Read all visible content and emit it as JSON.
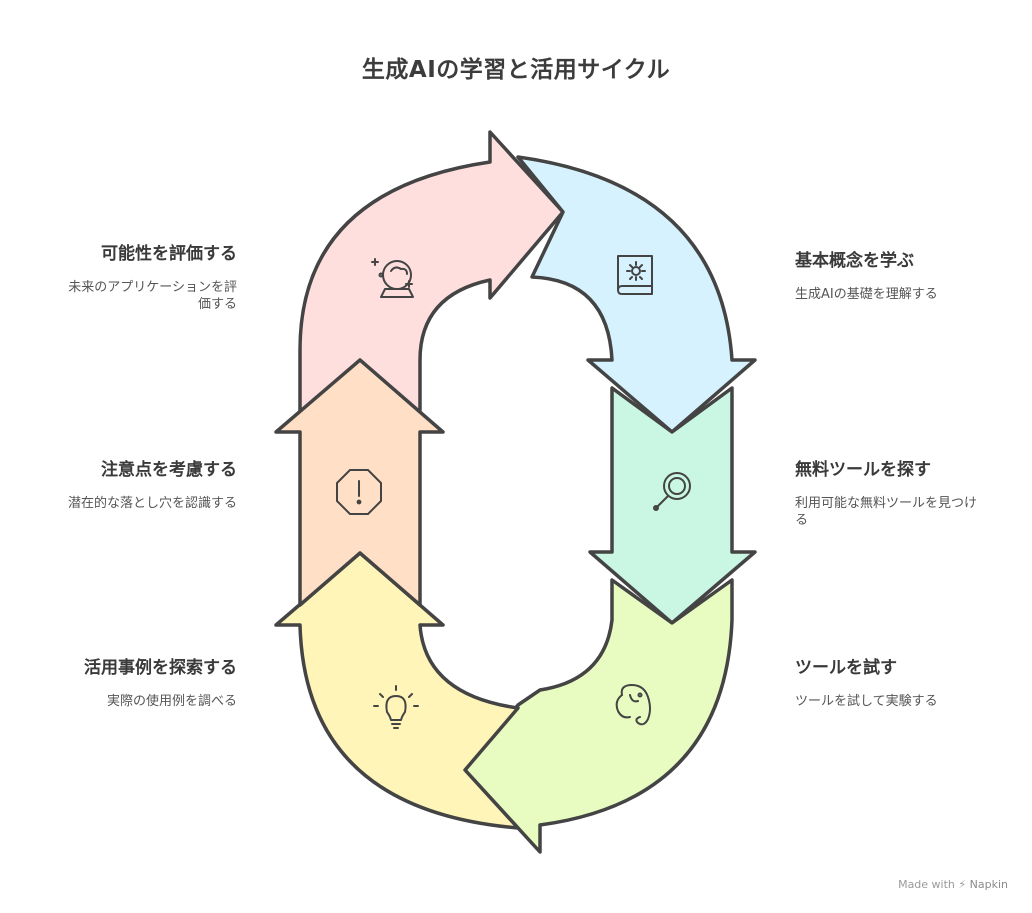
{
  "title": "生成AIの学習と活用サイクル",
  "steps": [
    {
      "id": "evaluate",
      "title": "可能性を評価する",
      "desc": "未来のアプリケーションを評価する",
      "icon": "crystal-ball-icon",
      "color": "#ffdede"
    },
    {
      "id": "learn",
      "title": "基本概念を学ぶ",
      "desc": "生成AIの基礎を理解する",
      "icon": "book-gear-icon",
      "color": "#d7f2ff"
    },
    {
      "id": "find-tools",
      "title": "無料ツールを探す",
      "desc": "利用可能な無料ツールを見つける",
      "icon": "magnifier-icon",
      "color": "#c9f7e4"
    },
    {
      "id": "try-tools",
      "title": "ツールを試す",
      "desc": "ツールを試して実験する",
      "icon": "elephant-icon",
      "color": "#e8fcc2"
    },
    {
      "id": "explore-cases",
      "title": "活用事例を探索する",
      "desc": "実際の使用例を調べる",
      "icon": "lightbulb-icon",
      "color": "#fff5b8"
    },
    {
      "id": "cautions",
      "title": "注意点を考慮する",
      "desc": "潜在的な落とし穴を認識する",
      "icon": "warning-octagon-icon",
      "color": "#ffe0c6"
    }
  ],
  "footer": {
    "made_with": "Made with",
    "brand": "Napkin"
  },
  "colors": {
    "outline": "#444444",
    "text": "#3a3a3a"
  }
}
